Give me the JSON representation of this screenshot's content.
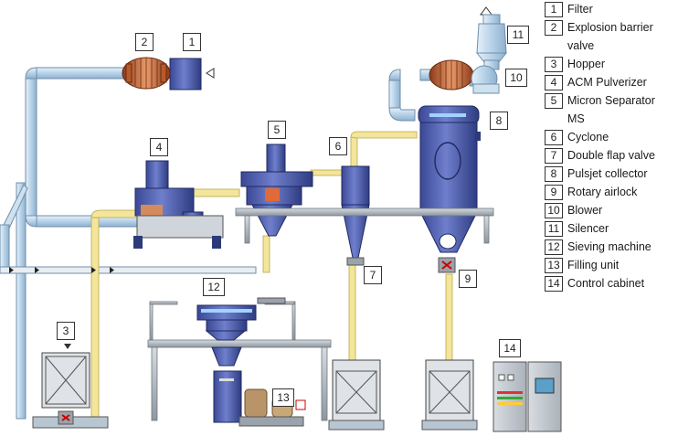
{
  "legend": [
    {
      "num": "1",
      "label": "Filter"
    },
    {
      "num": "2",
      "label": "Explosion barrier valve"
    },
    {
      "num": "3",
      "label": "Hopper"
    },
    {
      "num": "4",
      "label": "ACM Pulverizer"
    },
    {
      "num": "5",
      "label": "Micron Separator MS"
    },
    {
      "num": "6",
      "label": "Cyclone"
    },
    {
      "num": "7",
      "label": "Double flap valve"
    },
    {
      "num": "8",
      "label": "Pulsjet collector"
    },
    {
      "num": "9",
      "label": "Rotary airlock"
    },
    {
      "num": "10",
      "label": "Blower"
    },
    {
      "num": "11",
      "label": "Silencer"
    },
    {
      "num": "12",
      "label": "Sieving machine"
    },
    {
      "num": "13",
      "label": "Filling unit"
    },
    {
      "num": "14",
      "label": "Control cabinet"
    }
  ],
  "callouts": [
    "1",
    "2",
    "3",
    "4",
    "5",
    "6",
    "7",
    "8",
    "9",
    "10",
    "11",
    "12",
    "13",
    "14"
  ],
  "colors": {
    "duct": "#bcd6ea",
    "duct_edge": "#6f8fab",
    "yellow_pipe": "#f3e59a",
    "machine_blue": "#4a58a8",
    "machine_dark": "#2d3a7a",
    "frame": "#9aa3ab",
    "explosion_valve": "#c96a3a"
  }
}
